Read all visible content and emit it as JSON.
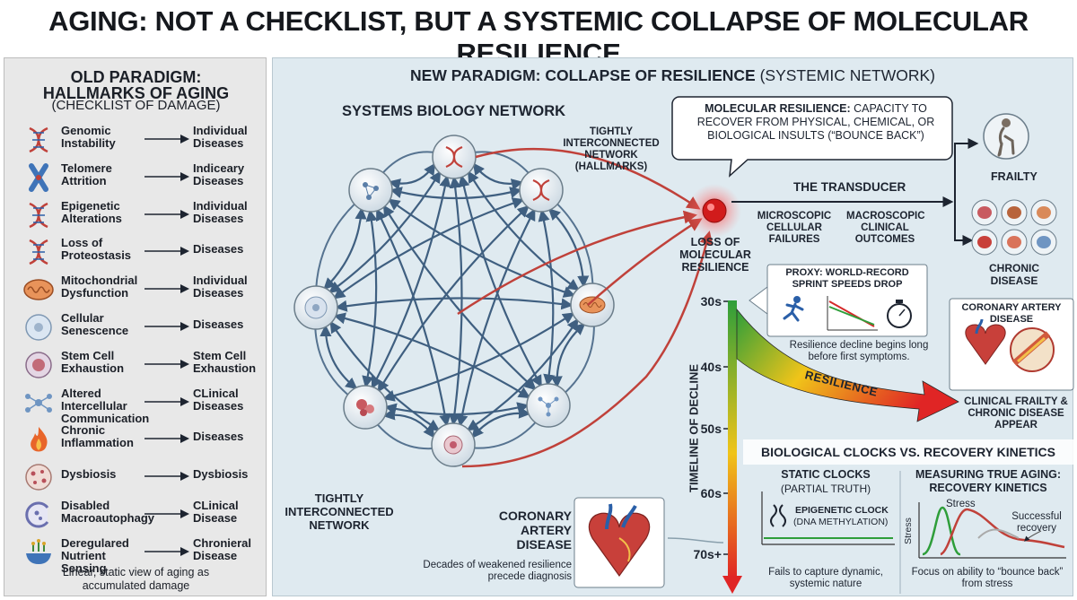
{
  "title": "AGING: NOT A CHECKLIST, BUT A SYSTEMIC COLLAPSE OF MOLECULAR RESILIENCE",
  "old_paradigm": {
    "heading_line1": "OLD PARADIGM:",
    "heading_line2": "HALLMARKS OF AGING",
    "subheading": "(CHECKLIST OF DAMAGE)",
    "hallmarks": [
      {
        "icon": "dna-icon",
        "name": "Genomic Instability",
        "result": "Individual Diseases"
      },
      {
        "icon": "chromosome-icon",
        "name": "Telomere Attrition",
        "result": "Indiceary Diseases"
      },
      {
        "icon": "dna-icon",
        "name": "Epigenetic Alterations",
        "result": "Individual Diseases"
      },
      {
        "icon": "dna-icon",
        "name": "Loss of Proteostasis",
        "result": "Diseases"
      },
      {
        "icon": "mitochondria-icon",
        "name": "Mitochondrial Dysfunction",
        "result": "Individual Diseases"
      },
      {
        "icon": "cell-icon",
        "name": "Cellular Senescence",
        "result": "Diseases"
      },
      {
        "icon": "stem-cell-icon",
        "name": "Stem Cell Exhaustion",
        "result": "Stem Cell Exhaustion"
      },
      {
        "icon": "network-icon",
        "name": "Altered Intercellular Communication",
        "result": "CLinical Diseases"
      },
      {
        "icon": "flame-icon",
        "name": "Chronic Inflammation",
        "result": "Diseases"
      },
      {
        "icon": "microbiome-icon",
        "name": "Dysbiosis",
        "result": "Dysbiosis"
      },
      {
        "icon": "autophagy-icon",
        "name": "Disabled Macroautophagy",
        "result": "CLinical Disease"
      },
      {
        "icon": "nutrient-bowl-icon",
        "name": "Deregulared Nutrient Sensing",
        "result": "Chronieral Disease"
      }
    ],
    "footer_line1": "Linear, static view of aging as",
    "footer_line2": "accumulated damage"
  },
  "new_paradigm": {
    "heading_bold": "NEW PARADIGM: COLLAPSE OF RESILIENCE",
    "heading_normal": " (SYSTEMIC NETWORK)",
    "network_title": "SYSTEMS BIOLOGY NETWORK",
    "network_label_top": "TIGHTLY INTERCONNECTED NETWORK (HALLMARKS)",
    "network_label_bottom": "TIGHTLY INTERCONNECTED NETWORK",
    "resilience_box_bold": "MOLECULAR RESILIENCE:",
    "resilience_box_text": " CAPACITY TO RECOVER FROM PHYSICAL, CHEMICAL, OR BIOLOGICAL INSULTS (“BOUNCE BACK”)",
    "loss_label": "LOSS OF MOLECULAR RESILIENCE",
    "transducer": "THE TRANSDUCER",
    "micro": "MICROSCOPIC CELLULAR FAILURES",
    "macro": "MACROSCOPIC CLINICAL OUTCOMES",
    "frailty": "FRAILTY",
    "chronic_disease": "CHRONIC DISEASE",
    "proxy_title": "PROXY: WORLD-RECORD SPRINT SPEEDS DROP",
    "proxy_note": "Resilience decline begins long before first symptoms.",
    "timeline_label": "TIMELINE OF DECLINE",
    "timeline_ticks": [
      "30s",
      "40s",
      "50s",
      "60s",
      "70s+"
    ],
    "resilience_arrow": "RESILIENCE",
    "cad_top": "CORONARY ARTERY DISEASE",
    "clinical_outcome": "CLINICAL FRAILTY & CHRONIC DISEASE APPEAR",
    "cad_bottom": "CORONARY ARTERY DISEASE",
    "cad_note": "Decades of weakened resilience precede diagnosis",
    "clocks_title": "BIOLOGICAL CLOCKS VS. RECOVERY KINETICS",
    "static_title": "STATIC CLOCKS",
    "static_sub": "(PARTIAL TRUTH)",
    "epi_clock": "EPIGENETIC CLOCK",
    "epi_sub": "(DNA METHYLATION)",
    "static_note": "Fails to capture dynamic, systemic nature",
    "recovery_title": "MEASURING TRUE AGING: RECOVERY KINETICS",
    "stress_label": "Stress",
    "stress_axis": "Stress",
    "successful_recovery": "Successful recovery",
    "recovery_note": "Focus on ability to “bounce back” from stress"
  },
  "colors": {
    "title": "#15181d",
    "left_panel_bg": "#e8e8e8",
    "right_panel_bg": "#dfeaf0",
    "network_arrow": "#3f5f80",
    "resilience_red": "#e02525",
    "gradient_green": "#2e9e3a",
    "gradient_yellow": "#f0c419"
  }
}
